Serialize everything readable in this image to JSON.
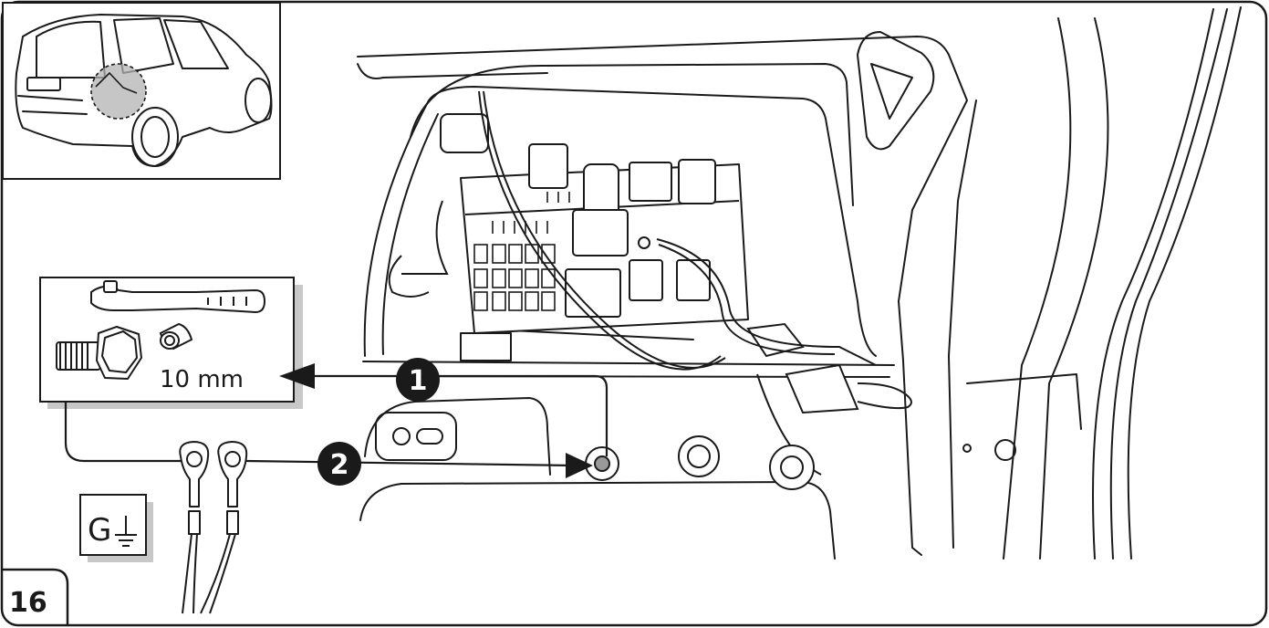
{
  "step": {
    "number": "16"
  },
  "callouts": [
    {
      "number": "1",
      "meaning": "bolt"
    },
    {
      "number": "2",
      "meaning": "ground-eyelets"
    }
  ],
  "tools": {
    "socket_size": "10 mm"
  },
  "ground_label": {
    "letter": "G",
    "symbol": "ground"
  },
  "colors": {
    "line": "#1a1a1a",
    "callout_fill": "#1a1a1a",
    "callout_text": "#ffffff",
    "highlight": "#b3b3b3",
    "shadow": "#c8c8c8"
  }
}
